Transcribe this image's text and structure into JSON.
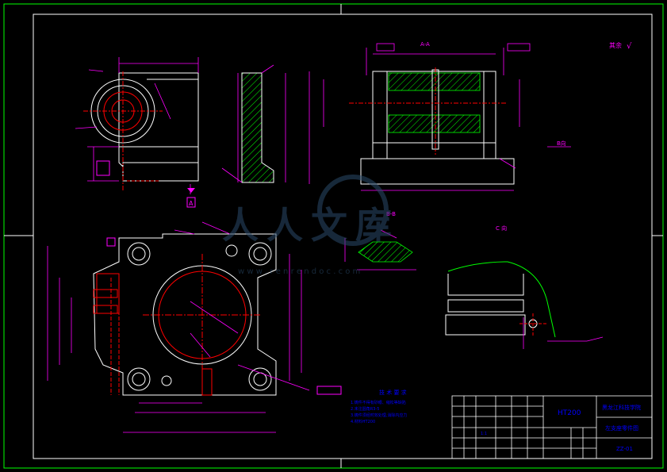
{
  "colors": {
    "background": "#000000",
    "outline": "#ffffff",
    "dimension": "#ff00ff",
    "hatch": "#00ff00",
    "center": "#ff0000",
    "title_text": "#0000ff",
    "border_mark": "#00ff00"
  },
  "views": {
    "section_aa_label": "A-A",
    "section_bb_label": "B-B",
    "detail_label": "C 向",
    "view_a_letter": "A",
    "view_b_label": "B向",
    "roughness_note": "其余",
    "roughness_symbol": "√"
  },
  "technical_requirements": {
    "title": "技 术 要 求",
    "lines": [
      "1.铸件不得有砂眼、缩松等缺陷",
      "2.未注圆角R3-5",
      "3.铸件须经时效处理,消除内应力",
      "4.材料HT200"
    ]
  },
  "title_block": {
    "material": "HT200",
    "school": "黑龙江科技学院",
    "part_name": "左支座零件图",
    "drawing_no": "ZZ-01",
    "scale_text": "1:1"
  },
  "watermark": {
    "text": "人人文库",
    "url": "w w w . r e n r e n d o c . c o m"
  },
  "icons": {
    "roughness": "roughness-check-icon",
    "datum": "datum-box-icon"
  }
}
